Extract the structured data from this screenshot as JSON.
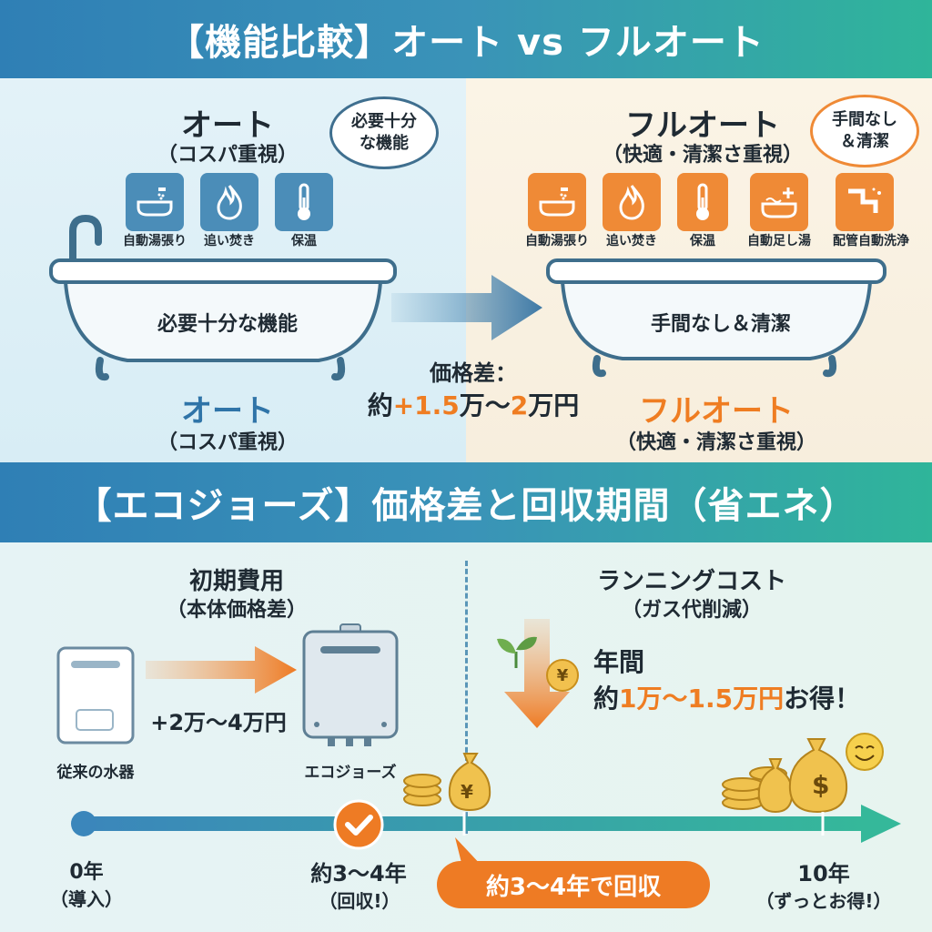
{
  "section1": {
    "banner": "【機能比較】オート vs フルオート",
    "auto": {
      "title": "オート",
      "subtitle": "（コスパ重視）",
      "bubble_line1": "必要十分",
      "bubble_line2": "な機能",
      "features": [
        {
          "icon": "bathtub-fill-icon",
          "label": "自動湯張り"
        },
        {
          "icon": "flame-icon",
          "label": "追い焚き"
        },
        {
          "icon": "thermometer-icon",
          "label": "保温"
        }
      ],
      "tub_text": "必要十分な機能",
      "bottom_title": "オート",
      "bottom_subtitle": "（コスパ重視）"
    },
    "full_auto": {
      "title": "フルオート",
      "subtitle": "（快適・清潔さ重視）",
      "bubble_line1": "手間なし",
      "bubble_line2": "＆清潔",
      "features": [
        {
          "icon": "bathtub-fill-icon",
          "label": "自動湯張り"
        },
        {
          "icon": "flame-icon",
          "label": "追い焚き"
        },
        {
          "icon": "thermometer-icon",
          "label": "保温"
        },
        {
          "icon": "water-add-icon",
          "label": "自動足し湯"
        },
        {
          "icon": "pipe-clean-icon",
          "label": "配管自動洗浄"
        }
      ],
      "tub_text": "手間なし＆清潔",
      "bottom_title": "フルオート",
      "bottom_subtitle": "（快適・清潔さ重視）"
    },
    "price_diff": {
      "label": "価格差：",
      "prefix": "約",
      "value1": "+1.5",
      "mid": "万〜",
      "value2": "2",
      "suffix": "万円"
    }
  },
  "section2": {
    "banner": "【エコジョーズ】価格差と回収期間（省エネ）",
    "initial_cost": {
      "title": "初期費用",
      "subtitle": "（本体価格差）",
      "old_label": "従来の水器",
      "new_label": "エコジョーズ",
      "diff": "+2万〜4万円"
    },
    "running_cost": {
      "title": "ランニングコスト",
      "subtitle": "（ガス代削減）",
      "line1": "年間",
      "prefix": "約",
      "value": "1万〜1.5万円",
      "suffix": "お得！",
      "yen_symbol": "¥"
    },
    "timeline": {
      "start_year": "0年",
      "start_note": "（導入）",
      "mid_year": "約3〜4年",
      "mid_note": "（回収!）",
      "end_year": "10年",
      "end_note": "（ずっとお得!）",
      "payback_label": "約3〜4年で回収",
      "money_symbol_yen": "¥",
      "money_symbol_dollar": "$"
    }
  },
  "colors": {
    "blue_accent": "#4b8db8",
    "orange_accent": "#ef8a36",
    "banner_start": "#2f7fb5",
    "banner_end": "#2fb59a"
  }
}
